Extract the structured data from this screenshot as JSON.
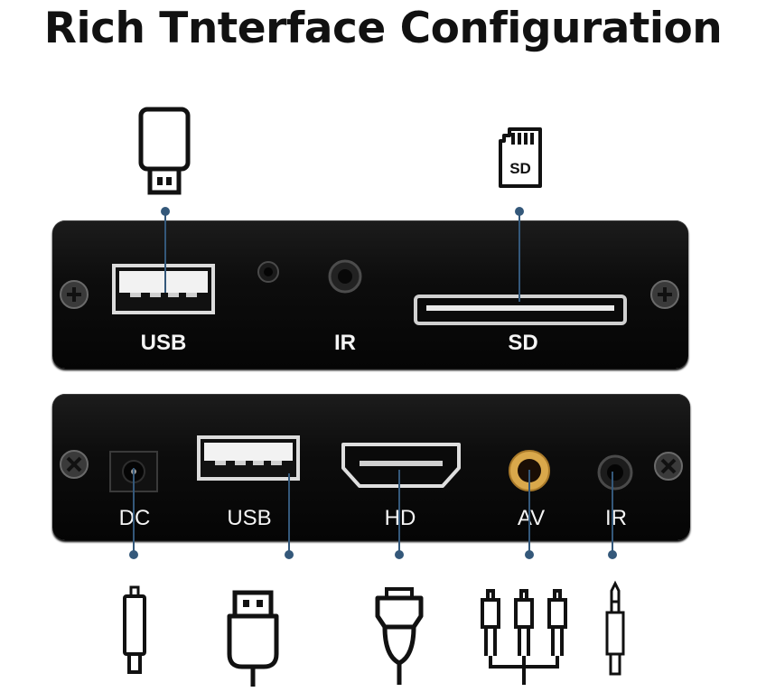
{
  "title": "Rich Tnterface Configuration",
  "top_panel": {
    "labels": [
      "USB",
      "IR",
      "SD"
    ],
    "icons": [
      "usb-flash-drive-icon",
      "sd-card-icon"
    ],
    "sd_icon_text": "SD"
  },
  "bottom_panel": {
    "labels": [
      "DC",
      "USB",
      "HD",
      "AV",
      "IR"
    ],
    "icons": [
      "dc-plug-icon",
      "usb-plug-icon",
      "hdmi-plug-icon",
      "rca-av-plug-icon",
      "audio-jack-icon"
    ]
  },
  "colors": {
    "leader_line": "#34587a",
    "panel": "#0d0d0d",
    "label": "#f4f4f4",
    "av_jack_ring": "#d9a84b"
  }
}
